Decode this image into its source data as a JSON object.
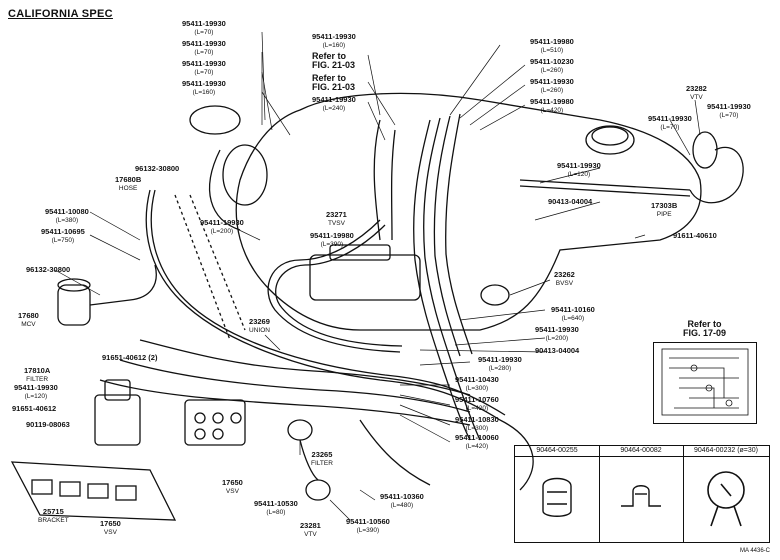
{
  "title": "CALIFORNIA SPEC",
  "parts": {
    "p1": {
      "num": "95411-19930",
      "len": "(L=70)"
    },
    "p2": {
      "num": "95411-19930",
      "len": "(L=70)"
    },
    "p3": {
      "num": "95411-19930",
      "len": "(L=70)"
    },
    "p4": {
      "num": "95411-19930",
      "len": "(L=160)"
    },
    "p5": {
      "num": "95411-19930",
      "len": "(L=160)"
    },
    "ref1": {
      "num": "Refer to",
      "len": "FIG. 21-03"
    },
    "ref2": {
      "num": "Refer to",
      "len": "FIG. 21-03"
    },
    "p6": {
      "num": "95411-19930",
      "len": "(L=240)"
    },
    "p7": {
      "num": "95411-19980",
      "len": "(L=510)"
    },
    "p8": {
      "num": "95411-10230",
      "len": "(L=260)"
    },
    "p9": {
      "num": "95411-19930",
      "len": "(L=260)"
    },
    "p10": {
      "num": "95411-19980",
      "len": "(L=420)"
    },
    "p11": {
      "num": "23282",
      "len": "VTV"
    },
    "p12": {
      "num": "95411-19930",
      "len": "(L=70)"
    },
    "p13": {
      "num": "95411-19930",
      "len": "(L=70)"
    },
    "p14": {
      "num": "95411-19930",
      "len": "(L=120)"
    },
    "p15": {
      "num": "96132-30800",
      "len": ""
    },
    "p16": {
      "num": "17680B",
      "len": "HOSE"
    },
    "p17": {
      "num": "90413-04004",
      "len": ""
    },
    "p18": {
      "num": "17303B",
      "len": "PIPE"
    },
    "p19": {
      "num": "91611-40610",
      "len": ""
    },
    "p20": {
      "num": "95411-10080",
      "len": "(L=380)"
    },
    "p21": {
      "num": "95411-10695",
      "len": "(L=750)"
    },
    "p22": {
      "num": "95411-19930",
      "len": "(L=200)"
    },
    "p23": {
      "num": "23271",
      "len": "TVSV"
    },
    "p24": {
      "num": "95411-19980",
      "len": "(L=390)"
    },
    "p25": {
      "num": "96132-30800",
      "len": ""
    },
    "p26": {
      "num": "23262",
      "len": "BVSV"
    },
    "p27": {
      "num": "17680",
      "len": "MCV"
    },
    "p28": {
      "num": "95411-10160",
      "len": "(L=640)"
    },
    "p29": {
      "num": "23269",
      "len": "UNION"
    },
    "p30": {
      "num": "95411-19930",
      "len": "(L=200)"
    },
    "p31": {
      "num": "90413-04004",
      "len": ""
    },
    "p32": {
      "num": "91651-40612 (2)",
      "len": ""
    },
    "p33": {
      "num": "95411-19930",
      "len": "(L=280)"
    },
    "p34": {
      "num": "17810A",
      "len": "FILTER"
    },
    "p35": {
      "num": "95411-19930",
      "len": "(L=120)"
    },
    "p36": {
      "num": "91651-40612",
      "len": ""
    },
    "p37": {
      "num": "95411-10430",
      "len": "(L=300)"
    },
    "p38": {
      "num": "95411-10760",
      "len": "(L=420)"
    },
    "p39": {
      "num": "90119-08063",
      "len": ""
    },
    "p40": {
      "num": "95411-10830",
      "len": "(L=300)"
    },
    "p41": {
      "num": "95411-10060",
      "len": "(L=420)"
    },
    "p42": {
      "num": "23265",
      "len": "FILTER"
    },
    "p43": {
      "num": "17650",
      "len": "VSV"
    },
    "p44": {
      "num": "95411-10530",
      "len": "(L=80)"
    },
    "p45": {
      "num": "95411-10360",
      "len": "(L=480)"
    },
    "p46": {
      "num": "25715",
      "len": "BRACKET"
    },
    "p47": {
      "num": "17650",
      "len": "VSV"
    },
    "p48": {
      "num": "23281",
      "len": "VTV"
    },
    "p49": {
      "num": "95411-10560",
      "len": "(L=390)"
    }
  },
  "ref_box": {
    "line1": "Refer to",
    "line2": "FIG. 17-09"
  },
  "clips": {
    "c1": "90464-00255",
    "c2": "90464-00082",
    "c3": "90464-00232 (ø=30)"
  },
  "code": "MA 4436-C"
}
